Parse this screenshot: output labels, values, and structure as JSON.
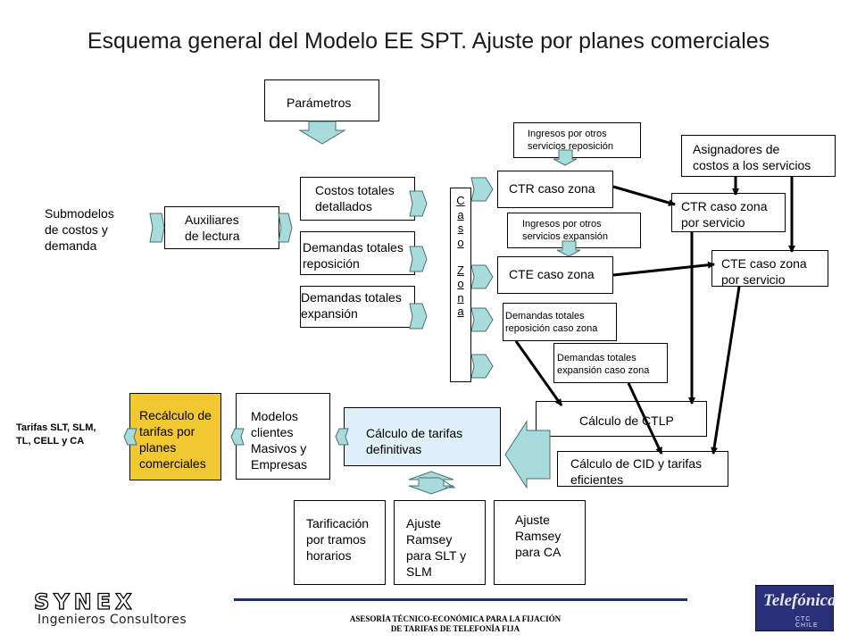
{
  "title": "Esquema general del Modelo EE SPT. Ajuste por planes comerciales",
  "boxes": {
    "parametros": "Parámetros",
    "auxiliares": "Auxiliares\nde lectura",
    "costos_totales": "Costos totales\ndetallados",
    "dem_reposicion": "Demandas totales\nreposición",
    "dem_expansion": "Demandas totales\nexpansión",
    "ing_reposicion": "Ingresos por otros\nservicios reposición",
    "ing_expansion": "Ingresos por otros\nservicios expansión",
    "ctr_zona": "CTR caso zona",
    "cte_zona": "CTE caso zona",
    "asignadores": "Asignadores de\ncostos a los servicios",
    "ctr_servicio": "CTR caso zona\npor servicio",
    "cte_servicio": "CTE caso zona\npor servicio",
    "dem_rep_zona": "Demandas totales\nreposición caso zona",
    "dem_exp_zona": "Demandas totales\nexpansión caso zona",
    "calculo_ctlp": "Cálculo de CTLP",
    "calculo_cid": "Cálculo de CID y tarifas\neficientes",
    "calculo_tarifas": "Cálculo de tarifas\ndefinitivas",
    "modelos_clientes": "Modelos\nclientes\nMasivos y\nEmpresas",
    "recalculo": "Recálculo de\ntarifas por\nplanes\ncomerciales",
    "tarificacion": "Tarificación\npor tramos\nhorarios",
    "ramsey_slt": "Ajuste\nRamsey\npara SLT y\nSLM",
    "ramsey_ca": "Ajuste\nRamsey\npara CA",
    "caso_zona": "C\na\ns\no\n\nZ\no\nn\na"
  },
  "labels": {
    "submodelos": "Submodelos\nde costos y\ndemanda",
    "tarifas": "Tarifas SLT, SLM,\nTL, CELL y CA"
  },
  "footer": {
    "company": "SYNEX",
    "company_sub": "Ingenieros Consultores",
    "text": "ASESORÍA TÉCNICO-ECONÓMICA PARA LA FIJACIÓN\nDE TARIFAS DE TELEFONÍA FIJA",
    "logo_name": "Telefónica",
    "logo_sub": "CTC CHILE"
  },
  "colors": {
    "arrow_fill": "#a8dcdc",
    "highlight_box": "#f2c830",
    "definitivas_box": "#dff0f8",
    "footer_line": "#1f2f6e"
  }
}
